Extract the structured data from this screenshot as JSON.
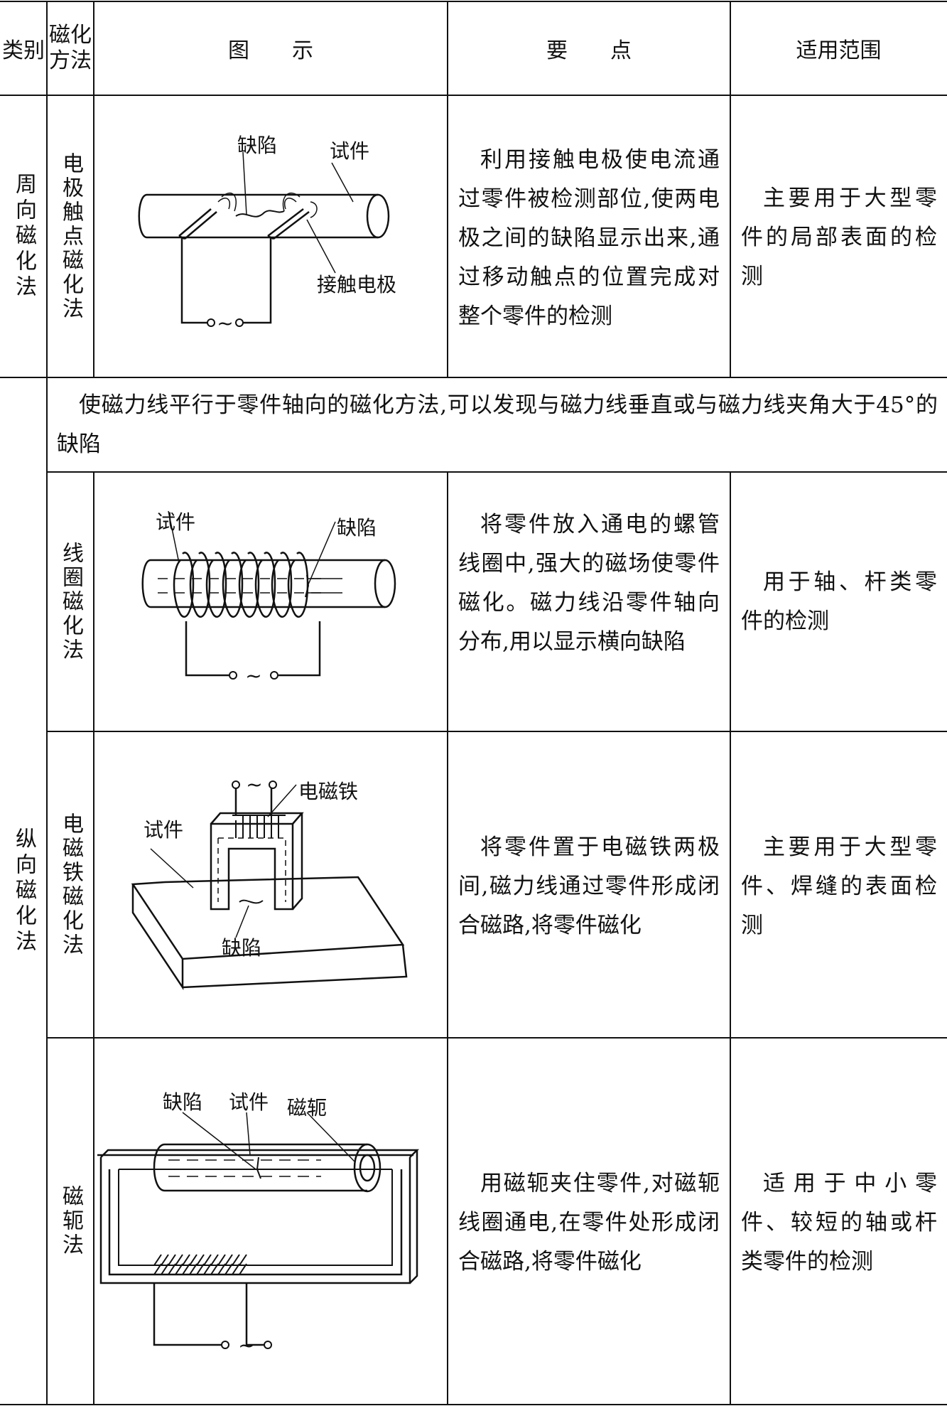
{
  "header": {
    "category": "类别",
    "method_line1": "磁化",
    "method_line2": "方法",
    "figure": "图　　示",
    "key_points": "要　　点",
    "scope": "适用范围"
  },
  "groups": [
    {
      "category": "周向磁化法",
      "rows": [
        {
          "method": "电极触点磁化法",
          "figure_labels": {
            "defect": "缺陷",
            "specimen": "试件",
            "electrode": "接触电极",
            "ac": "~"
          },
          "key_points": "利用接触电极使电流通过零件被检测部位,使两电极之间的缺陷显示出来,通过移动触点的位置完成对整个零件的检测",
          "scope": "主要用于大型零件的局部表面的检测"
        }
      ]
    },
    {
      "category": "纵向磁化法",
      "intro": "使磁力线平行于零件轴向的磁化方法,可以发现与磁力线垂直或与磁力线夹角大于45°的缺陷",
      "rows": [
        {
          "method": "线圈磁化法",
          "figure_labels": {
            "specimen": "试件",
            "defect": "缺陷",
            "ac": "~"
          },
          "key_points": "将零件放入通电的螺管线圈中,强大的磁场使零件磁化。磁力线沿零件轴向分布,用以显示横向缺陷",
          "scope": "用于轴、杆类零件的检测"
        },
        {
          "method": "电磁铁磁化法",
          "figure_labels": {
            "electromagnet": "电磁铁",
            "specimen": "试件",
            "defect": "缺陷",
            "ac": "~"
          },
          "key_points": "将零件置于电磁铁两极间,磁力线通过零件形成闭合磁路,将零件磁化",
          "scope": "主要用于大型零件、焊缝的表面检测"
        },
        {
          "method": "磁轭法",
          "figure_labels": {
            "defect": "缺陷",
            "specimen": "试件",
            "yoke": "磁轭",
            "ac": "~"
          },
          "key_points": "用磁轭夹住零件,对磁轭线圈通电,在零件处形成闭合磁路,将零件磁化",
          "scope": "适用于中小零件、较短的轴或杆类零件的检测"
        }
      ]
    }
  ]
}
